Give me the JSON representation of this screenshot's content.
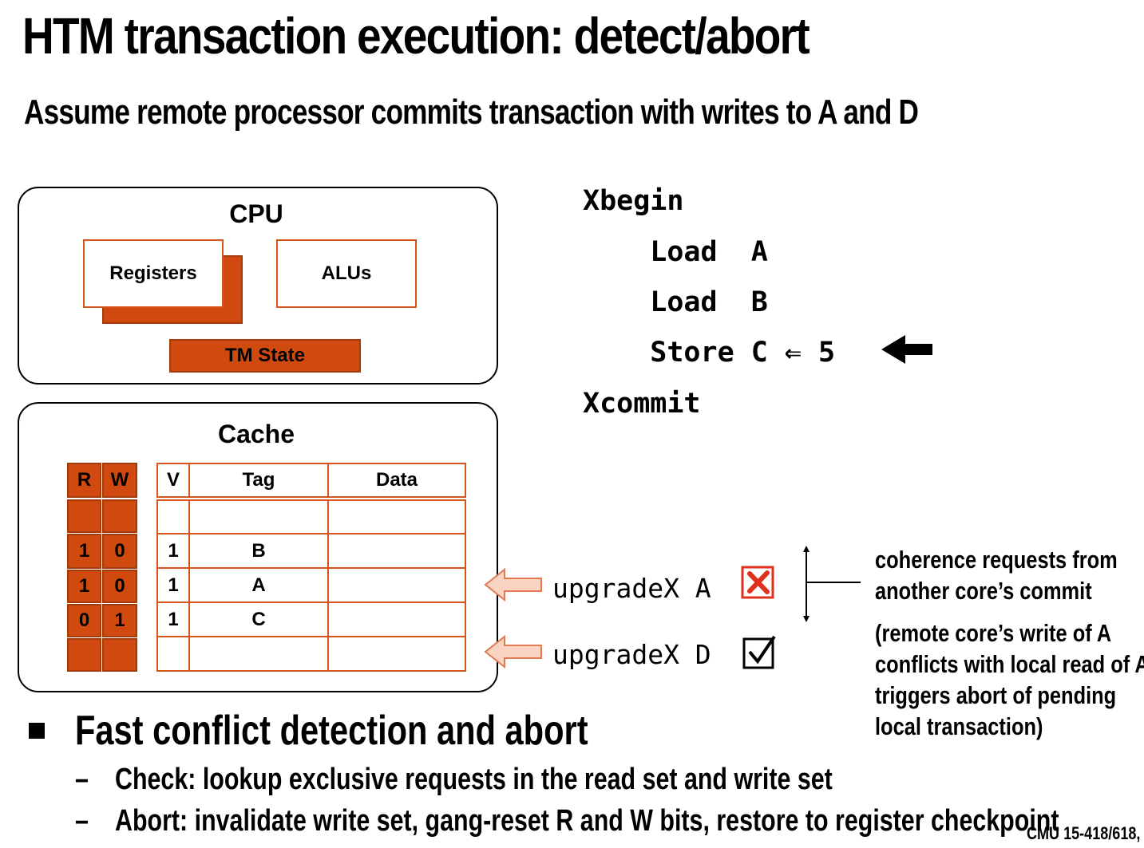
{
  "title": "HTM transaction execution: detect/abort",
  "subtitle": "Assume remote processor commits transaction with writes to A and D",
  "cpu": {
    "label": "CPU",
    "registers": "Registers",
    "alus": "ALUs",
    "tm_state": "TM State"
  },
  "cache": {
    "label": "Cache",
    "rw_headers": [
      "R",
      "W"
    ],
    "headers": [
      "V",
      "Tag",
      "Data"
    ],
    "rows": [
      {
        "r": "",
        "w": "",
        "v": "",
        "tag": "",
        "data": ""
      },
      {
        "r": "1",
        "w": "0",
        "v": "1",
        "tag": "B",
        "data": ""
      },
      {
        "r": "1",
        "w": "0",
        "v": "1",
        "tag": "A",
        "data": ""
      },
      {
        "r": "0",
        "w": "1",
        "v": "1",
        "tag": "C",
        "data": ""
      },
      {
        "r": "",
        "w": "",
        "v": "",
        "tag": "",
        "data": ""
      }
    ]
  },
  "code": {
    "lines": [
      "Xbegin",
      "    Load  A",
      "    Load  B",
      "    Store C ⇐ 5",
      "Xcommit"
    ]
  },
  "requests": [
    {
      "text": "upgradeX A",
      "status": "conflict"
    },
    {
      "text": "upgradeX D",
      "status": "ok"
    }
  ],
  "notes": {
    "coherence": [
      "coherence requests from",
      "another core’s commit"
    ],
    "explanation": [
      "(remote core’s write of A",
      "conflicts with local read of A:",
      "triggers abort of pending",
      "local transaction)"
    ]
  },
  "bullets": {
    "main": "Fast conflict detection and abort",
    "subs": [
      "Check: lookup exclusive requests in the read set and write set",
      "Abort: invalidate write set, gang-reset R and W bits, restore to register checkpoint"
    ]
  },
  "footer": "CMU 15-418/618,",
  "colors": {
    "accent": "#d04a0f",
    "arrow_fill": "#fbd3c2",
    "arrow_stroke": "#e07a52",
    "cross": "#e0301e"
  }
}
